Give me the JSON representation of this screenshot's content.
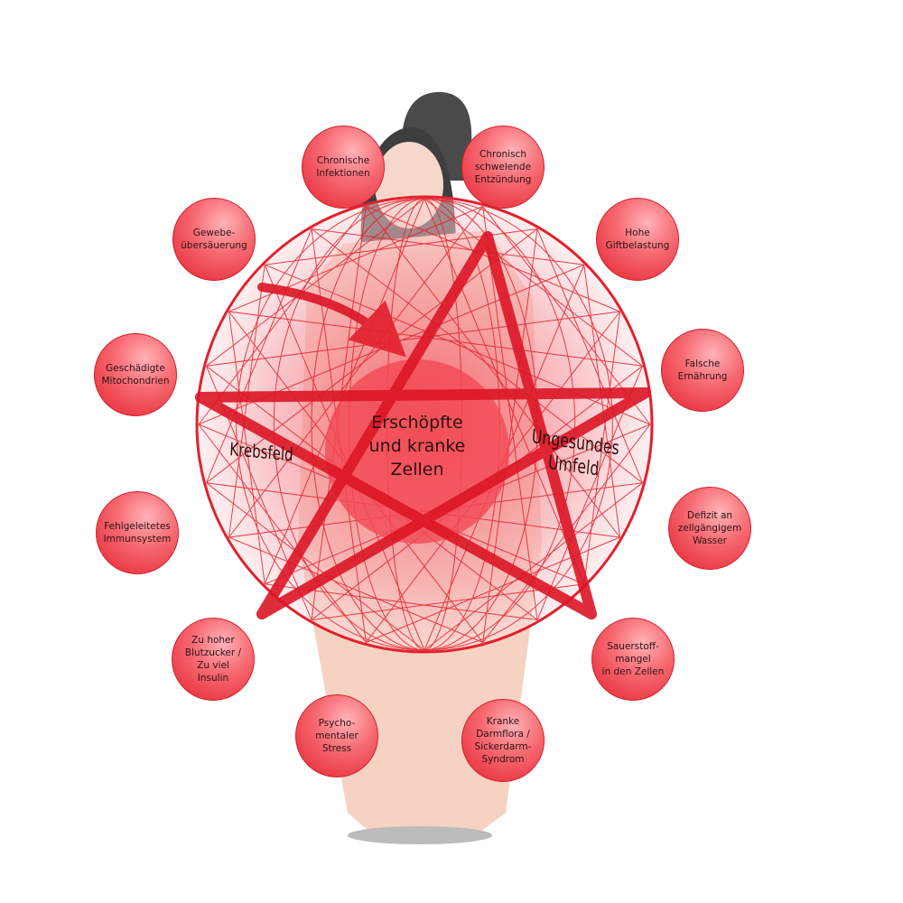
{
  "center": {
    "title": "Erschöpfte\nund kranke\nZellen"
  },
  "left_label": "Krebsfeld",
  "right_label": "Ungesundes\nUmfeld",
  "factors": [
    {
      "label": "Chronische\nInfektionen"
    },
    {
      "label": "Chronisch\nschwelende\nEntzündung"
    },
    {
      "label": "Gewebe-\nübersäuerung"
    },
    {
      "label": "Hohe\nGiftbelastung"
    },
    {
      "label": "Geschädigte\nMitochondrien"
    },
    {
      "label": "Falsche\nErnährung"
    },
    {
      "label": "Fehlgeleitetes\nImmunsystem"
    },
    {
      "label": "Defizit an\nzellgängigem\nWasser"
    },
    {
      "label": "Zu hoher\nBlutzucker /\nZu viel\nInsulin"
    },
    {
      "label": "Sauerstoff-\nmangel\nin den Zellen"
    },
    {
      "label": "Psycho-\nmentaler\nStress"
    },
    {
      "label": "Kranke\nDarmflora /\nSickerdarm-\nSyndrom"
    }
  ],
  "colors": {
    "accent": "#e3202e",
    "sphere": "#f25560",
    "skin": "#f6d2c2",
    "hair": "#4a4a4a"
  }
}
